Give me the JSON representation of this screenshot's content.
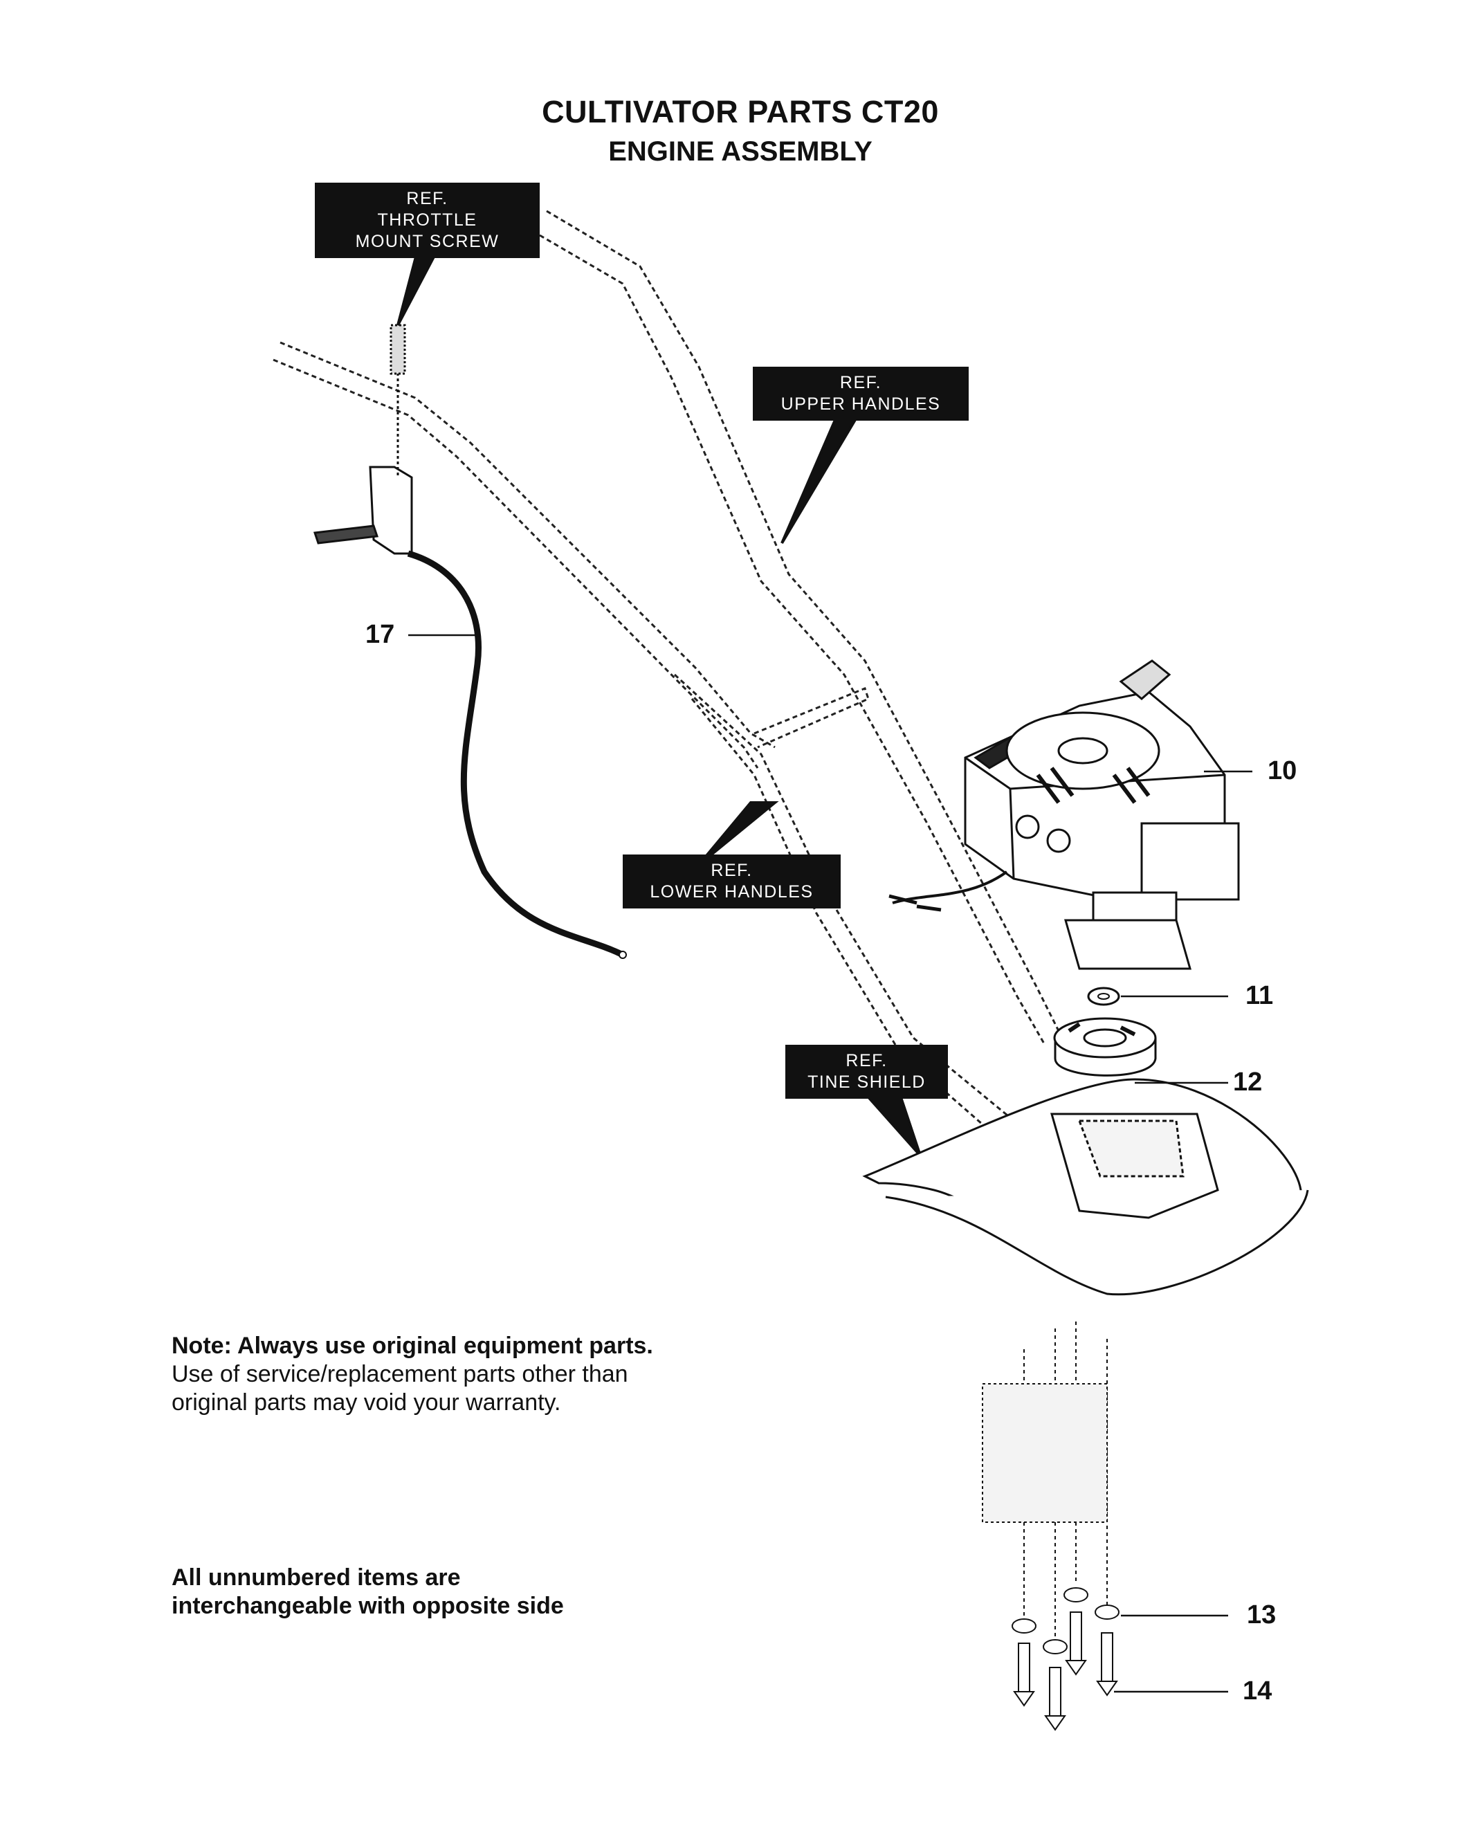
{
  "title": "CULTIVATOR PARTS CT20",
  "subtitle": "ENGINE ASSEMBLY",
  "refs": {
    "throttle_mount_screw": [
      "REF.",
      "THROTTLE",
      "MOUNT SCREW"
    ],
    "upper_handles": [
      "REF.",
      "UPPER HANDLES"
    ],
    "lower_handles": [
      "REF.",
      "LOWER HANDLES"
    ],
    "tine_shield": [
      "REF.",
      "TINE SHIELD"
    ]
  },
  "callouts": {
    "part_10": "10",
    "part_11": "11",
    "part_12": "12",
    "part_13": "13",
    "part_14": "14",
    "part_17": "17"
  },
  "notes": {
    "note_bold": "Note: Always use original equipment parts.",
    "note_rest": "Use of service/replacement parts other than original parts may void your warranty.",
    "unnumbered": "All unnumbered items are interchangeable with opposite side"
  },
  "colors": {
    "ink": "#111111",
    "paper": "#ffffff"
  }
}
